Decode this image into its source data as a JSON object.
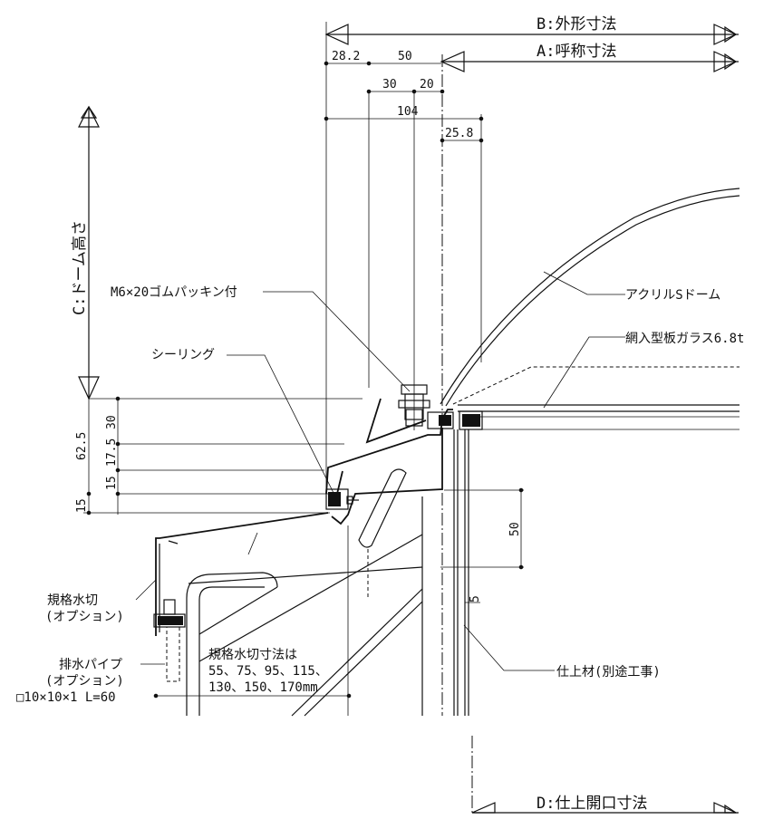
{
  "dimensions": {
    "B": "B:外形寸法",
    "A": "A:呼称寸法",
    "C": "C:ドーム高さ",
    "D": "D:仕上開口寸法",
    "d28_2": "28.2",
    "d50_top": "50",
    "d30_top": "30",
    "d20": "20",
    "d104": "104",
    "d25_8": "25.8",
    "d30_left": "30",
    "d62_5": "62.5",
    "d17_5": "17.5",
    "d15_a": "15",
    "d15_b": "15",
    "d50_right": "50",
    "d5": "5"
  },
  "labels": {
    "bolt": "M6×20ゴムパッキン付",
    "sealing": "シーリング",
    "dome": "アクリルSドーム",
    "glass": "網入型板ガラス6.8t",
    "flashing_1": "規格水切",
    "flashing_2": "(オプション)",
    "pipe_1": "排水パイプ",
    "pipe_2": "(オプション)",
    "pipe_3": "□10×10×1 L=60",
    "flash_size_1": "規格水切寸法は",
    "flash_size_2": "55、75、95、115、",
    "flash_size_3": "130、150、170mm",
    "finish": "仕上材(別途工事)"
  }
}
